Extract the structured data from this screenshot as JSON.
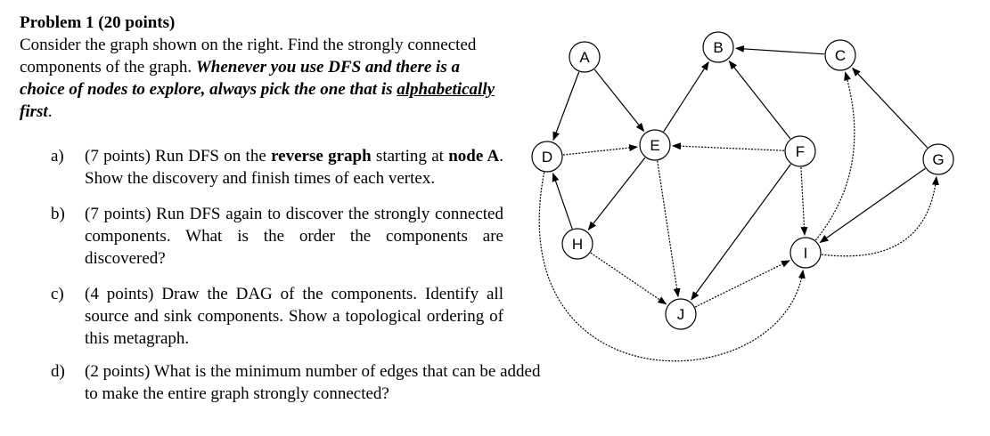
{
  "problem": {
    "title": "Problem 1 (20 points)",
    "intro_plain": "Consider the graph shown on the right. Find the strongly connected components of the graph. ",
    "intro_emph_1": "Whenever you use DFS and there is a choice of nodes to explore, always pick the one that is ",
    "intro_emph_underline": "alphabetically",
    "intro_emph_2": " first",
    "intro_end": "."
  },
  "parts": {
    "a": {
      "letter": "a)",
      "points": "(7 points) Run DFS on the ",
      "bold1": "reverse graph",
      "mid": " starting at ",
      "bold2": "node A",
      "end": ". Show the discovery and finish times of each vertex."
    },
    "b": {
      "letter": "b)",
      "text": "(7 points) Run DFS again to discover the strongly connected components. What is the order the components are discovered?"
    },
    "c": {
      "letter": "c)",
      "text": "(4 points) Draw the DAG of the components. Identify all source and sink components. Show a topological ordering of this metagraph."
    },
    "d": {
      "letter": "d)",
      "text": "(2 points) What is the minimum number of edges that can be added to make the entire graph strongly connected?"
    }
  },
  "graph": {
    "nodes": [
      {
        "id": "A",
        "label": "A"
      },
      {
        "id": "B",
        "label": "B"
      },
      {
        "id": "C",
        "label": "C"
      },
      {
        "id": "D",
        "label": "D"
      },
      {
        "id": "E",
        "label": "E"
      },
      {
        "id": "F",
        "label": "F"
      },
      {
        "id": "G",
        "label": "G"
      },
      {
        "id": "H",
        "label": "H"
      },
      {
        "id": "I",
        "label": "I"
      },
      {
        "id": "J",
        "label": "J"
      }
    ],
    "edges": [
      {
        "from": "A",
        "to": "D"
      },
      {
        "from": "A",
        "to": "E"
      },
      {
        "from": "C",
        "to": "B"
      },
      {
        "from": "E",
        "to": "B"
      },
      {
        "from": "F",
        "to": "B"
      },
      {
        "from": "D",
        "to": "E"
      },
      {
        "from": "F",
        "to": "E"
      },
      {
        "from": "E",
        "to": "H"
      },
      {
        "from": "E",
        "to": "J"
      },
      {
        "from": "H",
        "to": "D"
      },
      {
        "from": "H",
        "to": "J"
      },
      {
        "from": "F",
        "to": "I"
      },
      {
        "from": "F",
        "to": "J"
      },
      {
        "from": "G",
        "to": "C"
      },
      {
        "from": "G",
        "to": "I"
      },
      {
        "from": "J",
        "to": "I"
      },
      {
        "from": "I",
        "to": "C"
      },
      {
        "from": "I",
        "to": "G"
      },
      {
        "from": "D",
        "to": "I"
      }
    ]
  }
}
